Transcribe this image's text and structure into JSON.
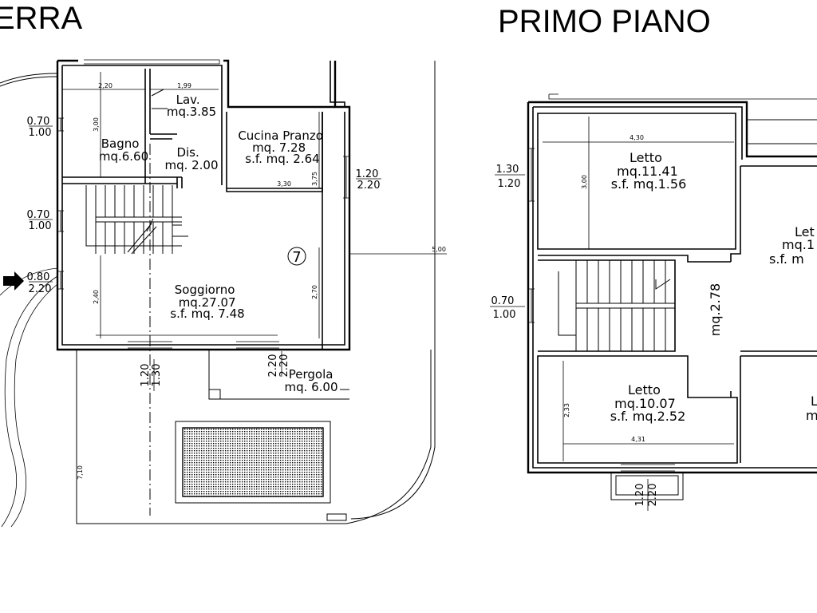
{
  "titles": {
    "ground_floor": "ERRA",
    "first_floor": "PRIMO PIANO"
  },
  "ground": {
    "rooms": {
      "lav": [
        "Lav.",
        "mq.3.85"
      ],
      "bagno": [
        "Bagno",
        "mq.6.60"
      ],
      "dis": [
        "Dis.",
        "mq. 2.00"
      ],
      "cucina": [
        "Cucina Pranzo",
        "mq. 7.28",
        "s.f. mq. 2.64"
      ],
      "soggiorno": [
        "Soggiorno",
        "mq.27.07",
        "s.f. mq. 7.48"
      ],
      "pergola": [
        "Pergola",
        "mq. 6.00"
      ]
    },
    "windows": {
      "w1": [
        "0.70",
        "1.00"
      ],
      "w2": [
        "0.70",
        "1.00"
      ],
      "w3": [
        "0.80",
        "2.20"
      ],
      "w4": [
        "1.20",
        "2.20"
      ]
    },
    "vertical_labels": {
      "v1": "1.20",
      "v2": "1.30",
      "v3": "2.20",
      "v4": "2.20"
    },
    "dims": {
      "d1": "2,20",
      "d2": "1,99",
      "d3": "3,00",
      "d4": "3,30",
      "d5": "3,75",
      "d6": "2,40",
      "d7": "2,70",
      "d8": "5,00",
      "d9": "7,10"
    },
    "unit_number": "7"
  },
  "first": {
    "rooms": {
      "letto1": [
        "Letto",
        "mq.11.41",
        "s.f. mq.1.56"
      ],
      "letto2": [
        "Let",
        "mq.1",
        "s.f. m"
      ],
      "letto3": [
        "Letto",
        "mq.10.07",
        "s.f. mq.2.52"
      ],
      "letto4": [
        "L",
        "m"
      ],
      "corridor": "mq.2.78"
    },
    "windows": {
      "w1": [
        "1.30",
        "1.20"
      ],
      "w2": [
        "0.70",
        "1.00"
      ]
    },
    "vertical_labels": {
      "v1": "1.20",
      "v2": "2.20"
    },
    "dims": {
      "d1": "4,30",
      "d2": "3,00",
      "d3": "2,33",
      "d4": "4,31"
    }
  }
}
